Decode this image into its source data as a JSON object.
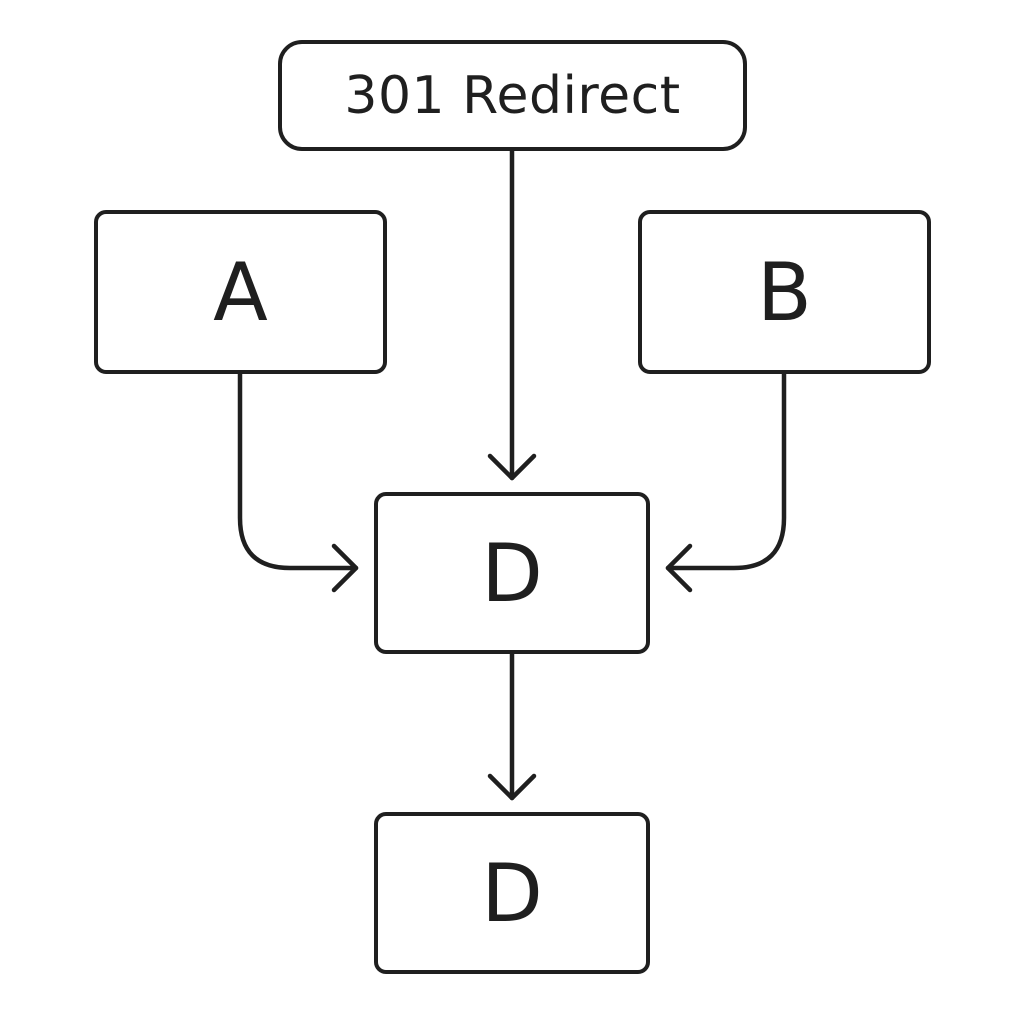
{
  "diagram": {
    "nodes": {
      "top": {
        "label": "301 Redirect"
      },
      "a": {
        "label": "A"
      },
      "b": {
        "label": "B"
      },
      "d1": {
        "label": "D"
      },
      "d2": {
        "label": "D"
      }
    },
    "edges": [
      {
        "from": "top",
        "to": "d1"
      },
      {
        "from": "a",
        "to": "d1"
      },
      {
        "from": "b",
        "to": "d1"
      },
      {
        "from": "d1",
        "to": "d2"
      }
    ],
    "colors": {
      "stroke": "#1f1f1f",
      "background": "#ffffff"
    }
  }
}
